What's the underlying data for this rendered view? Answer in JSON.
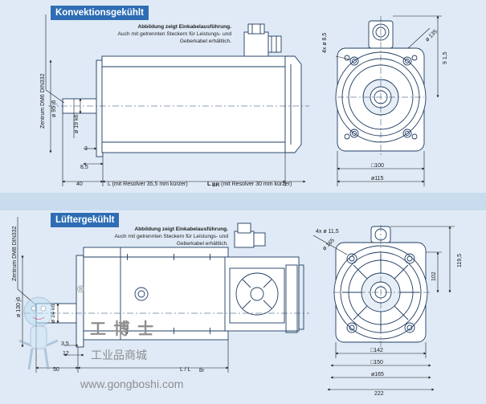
{
  "section_top": {
    "title": "Konvektionsgekühlt",
    "note_line1": "Abbildung zeigt Einkabelausführung.",
    "note_line2": "Auch mit getrennten Steckern für Leistungs- und",
    "note_line3": "Geberkabel erhältlich.",
    "dims": {
      "zentrum": "Zentrum DM6 DIN332",
      "d95": "ø 95 j6",
      "d19": "ø 19 k6",
      "d3": "3",
      "d85": "8,5",
      "d40": "40",
      "length": "L (mit Resolver 35,5 mm kürzer)",
      "lbr": "L",
      "lbr_sub": "BR",
      "lbr_rest": "(mit Resolver 30 mm kürzer)",
      "holes": "4x ø 8,5",
      "d135": "ø 135",
      "d15": "9 1,5",
      "sq100": "□100",
      "d115": "ø115"
    }
  },
  "section_bottom": {
    "title": "Lüftergekühlt",
    "note_line1": "Abbildung zeigt Einkabelausführung.",
    "note_line2": "Auch mit getrennten Steckern für Leistungs- und",
    "note_line3": "Geberkabel erhältlich.",
    "dims": {
      "zentrum": "Zentrum DM8 DIN332",
      "d130": "ø 130 j6",
      "d24": "ø 24 k6",
      "d35": "3,5",
      "d12": "12",
      "d50": "50",
      "length": "L / L",
      "length_sub": "Br",
      "holes": "4x ø 11,5",
      "d165deg": "ø 165",
      "d1195": "119,5",
      "d102": "102",
      "sq142": "□142",
      "sq150": "□150",
      "d165": "ø165",
      "d222": "222"
    }
  },
  "watermark": {
    "brand_cn": "工 博 士",
    "sub_cn": "工业品商城",
    "url": "www.gongboshi.com",
    "reg": "®"
  }
}
